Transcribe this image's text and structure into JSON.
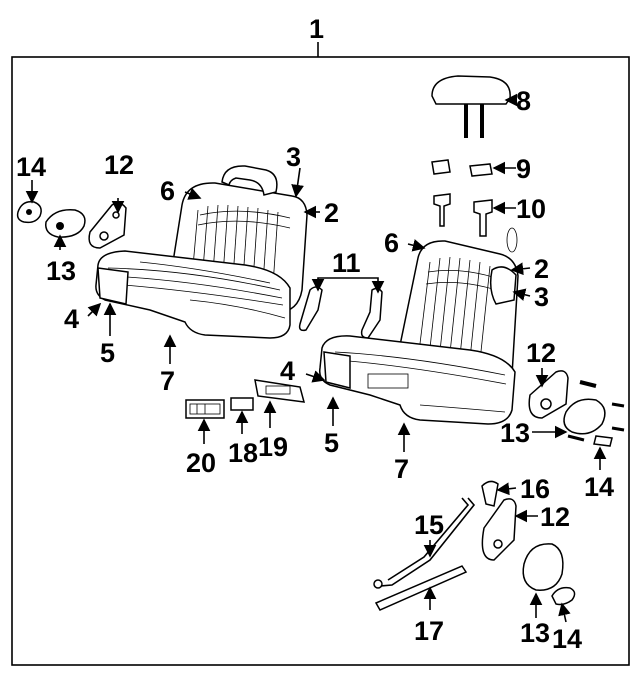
{
  "diagram": {
    "callouts": {
      "c1": "1",
      "c2a": "2",
      "c2b": "2",
      "c3a": "3",
      "c3b": "3",
      "c4a": "4",
      "c4b": "4",
      "c5a": "5",
      "c5b": "5",
      "c6a": "6",
      "c6b": "6",
      "c7a": "7",
      "c7b": "7",
      "c8": "8",
      "c9": "9",
      "c10": "10",
      "c11": "11",
      "c12a": "12",
      "c12b": "12",
      "c12c": "12",
      "c13a": "13",
      "c13b": "13",
      "c13c": "13",
      "c14a": "14",
      "c14b": "14",
      "c14c": "14",
      "c15": "15",
      "c16": "16",
      "c17": "17",
      "c18": "18",
      "c19": "19",
      "c20": "20"
    }
  }
}
